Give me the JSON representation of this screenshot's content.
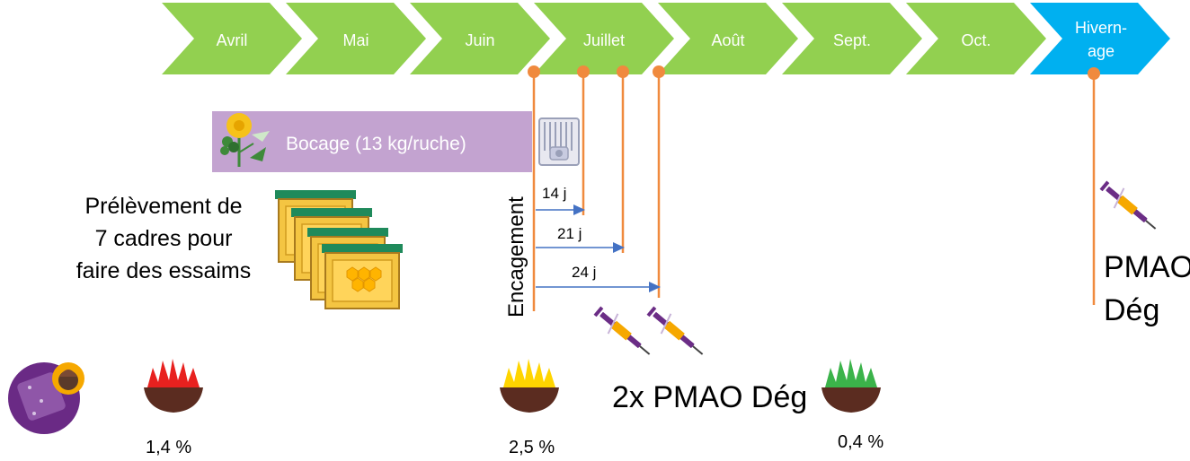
{
  "timeline": {
    "months": [
      "Avril",
      "Mai",
      "Juin",
      "Juillet",
      "Août",
      "Sept.",
      "Oct."
    ],
    "wintering": [
      "Hivern-",
      "age"
    ],
    "month_color": "#92d050",
    "wintering_color": "#00b0f0"
  },
  "flow": {
    "label": "Bocage (13 kg/ruche)",
    "color": "#c3a3d0"
  },
  "harvest_note": [
    "Prélèvement de",
    "7 cadres pour",
    "faire des essaims"
  ],
  "caging": {
    "label": "Encagement",
    "intervals": [
      "14 j",
      "21 j",
      "24 j"
    ]
  },
  "treatments": {
    "summer": "2x PMAO Dég",
    "winter": [
      "PMAO",
      "Dég"
    ]
  },
  "infestation": [
    {
      "value": "1,4 %",
      "color": "#e8211f"
    },
    {
      "value": "2,5 %",
      "color": "#ffd500"
    },
    {
      "value": "0,4 %",
      "color": "#3bb34a"
    }
  ],
  "colors": {
    "marker": "#f08a3e",
    "arrow": "#4472c4",
    "frame": "#f4c542",
    "frame_top": "#1f8a5b",
    "syringe": "#6b2d86",
    "syringe_fill": "#f6a800",
    "varroa_badge": "#6a2a85"
  }
}
